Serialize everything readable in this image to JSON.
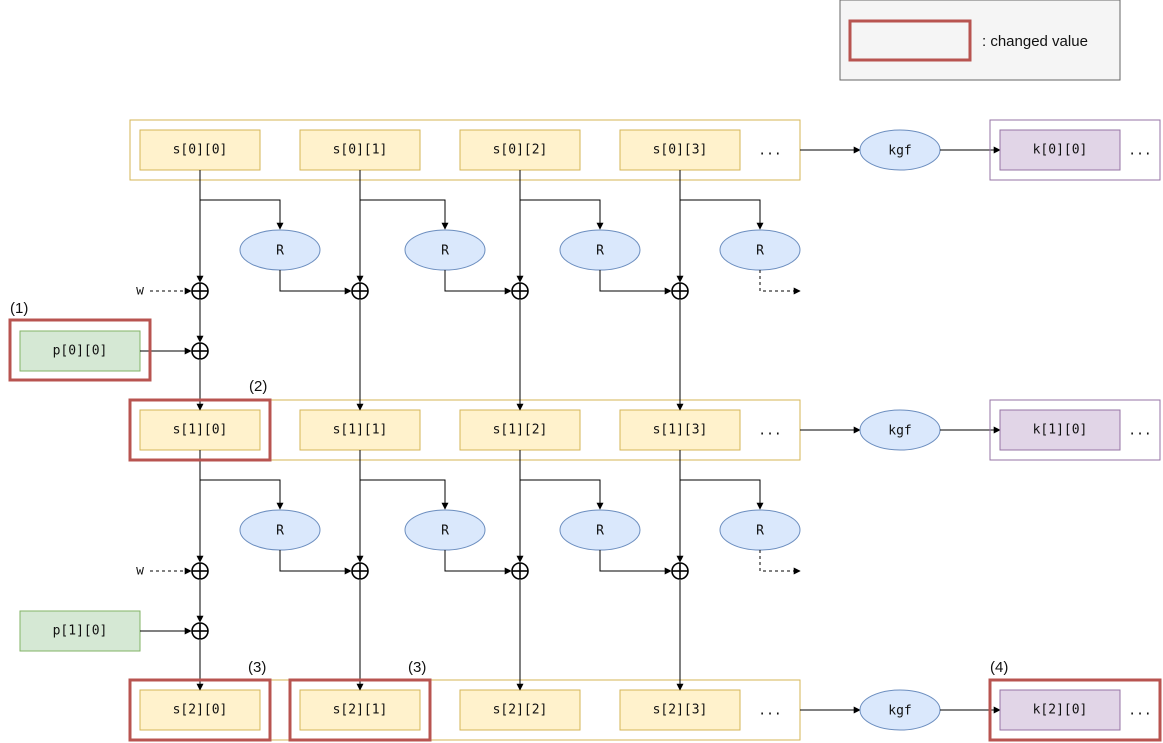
{
  "legend": {
    "label": ": changed value"
  },
  "rows": [
    {
      "states": [
        "s[0][0]",
        "s[0][1]",
        "s[0][2]",
        "s[0][3]"
      ],
      "ellipsis": "...",
      "kgf": "kgf",
      "key": "k[0][0]",
      "key_ellipsis": "..."
    },
    {
      "states": [
        "s[1][0]",
        "s[1][1]",
        "s[1][2]",
        "s[1][3]"
      ],
      "ellipsis": "...",
      "kgf": "kgf",
      "key": "k[1][0]",
      "key_ellipsis": "..."
    },
    {
      "states": [
        "s[2][0]",
        "s[2][1]",
        "s[2][2]",
        "s[2][3]"
      ],
      "ellipsis": "...",
      "kgf": "kgf",
      "key": "k[2][0]",
      "key_ellipsis": "..."
    }
  ],
  "rounds": [
    {
      "w": "w",
      "r": [
        "R",
        "R",
        "R",
        "R"
      ],
      "plaintext": "p[0][0]"
    },
    {
      "w": "w",
      "r": [
        "R",
        "R",
        "R",
        "R"
      ],
      "plaintext": "p[1][0]"
    }
  ],
  "markers": {
    "m1": "(1)",
    "m2": "(2)",
    "m3a": "(3)",
    "m3b": "(3)",
    "m4": "(4)"
  },
  "colors": {
    "state_fill": "#fff2cc",
    "state_stroke": "#d6b656",
    "key_fill": "#e1d5e7",
    "key_stroke": "#9673a6",
    "r_fill": "#dae8fc",
    "r_stroke": "#6c8ebf",
    "p_fill": "#d5e8d4",
    "p_stroke": "#82b366",
    "highlight": "#b85450",
    "legend_fill": "#f5f5f5"
  }
}
